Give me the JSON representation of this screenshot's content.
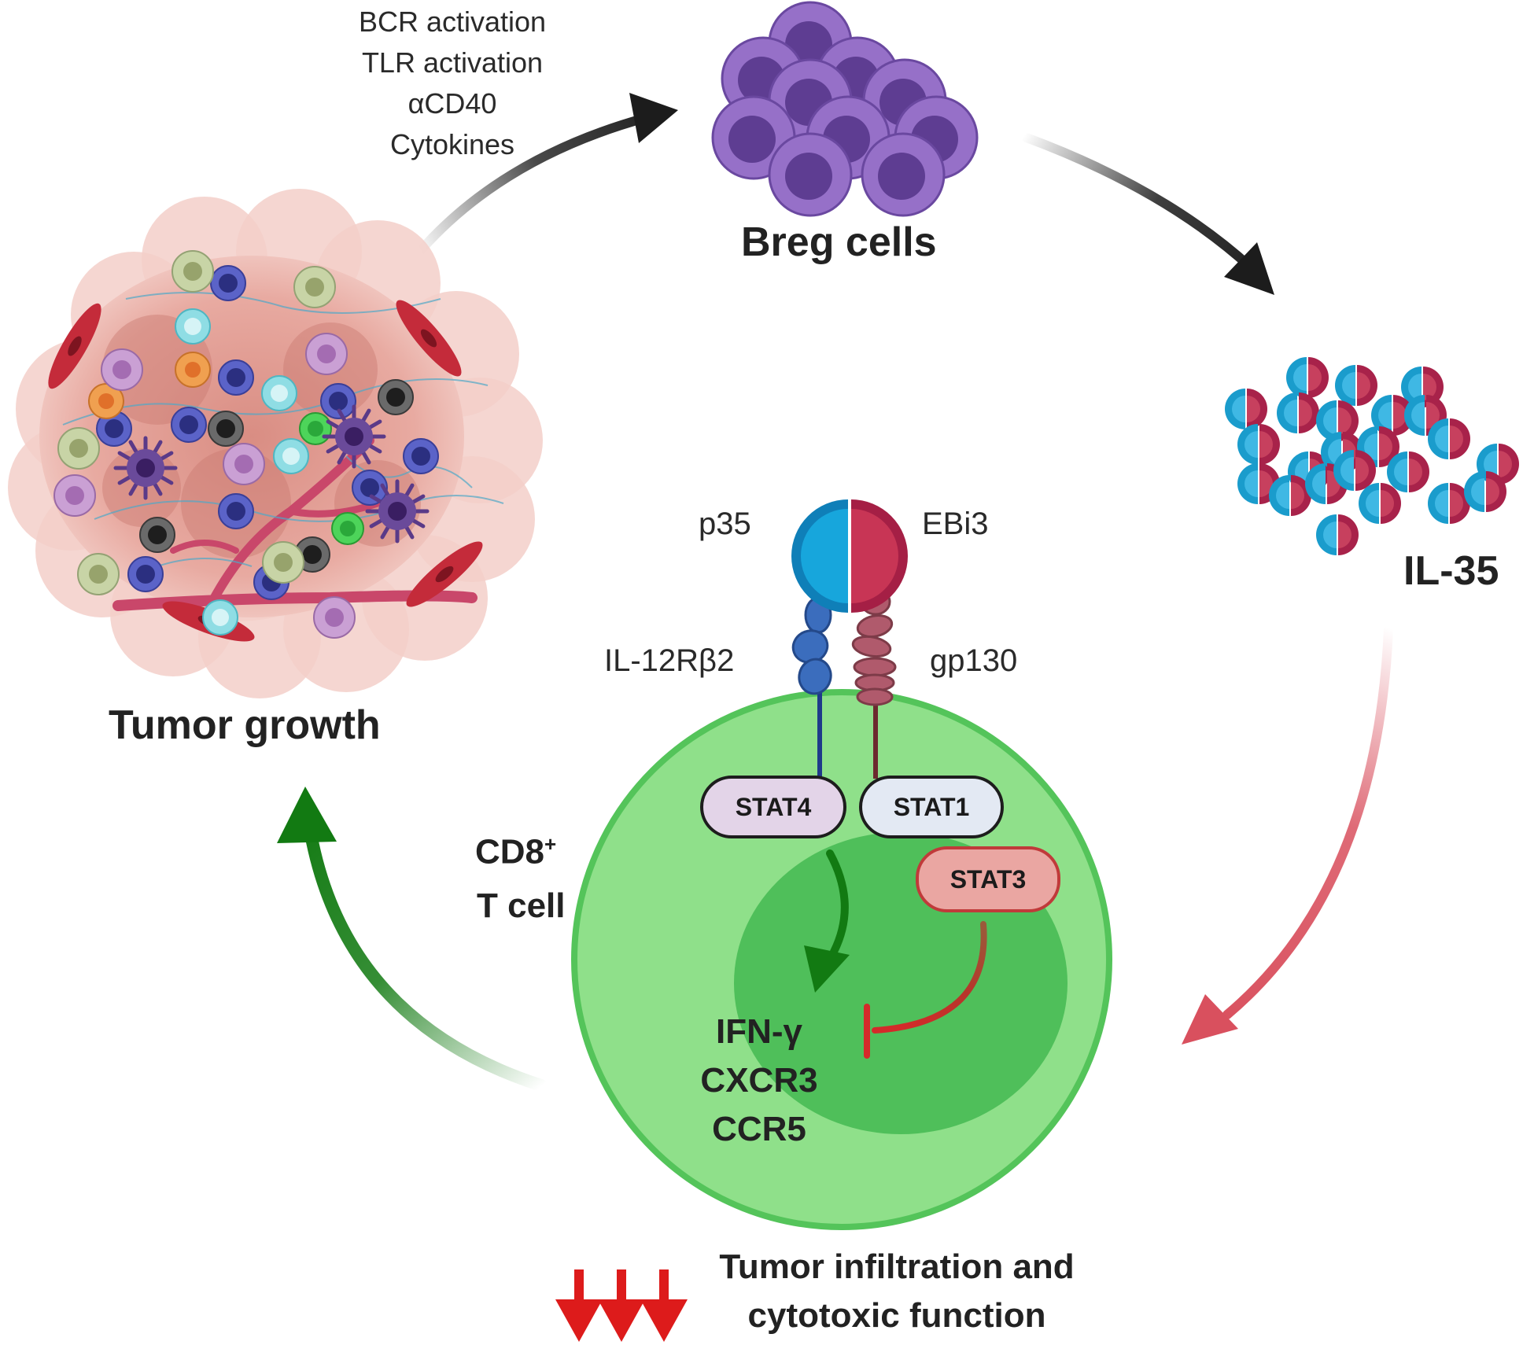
{
  "stimuli": [
    "BCR activation",
    "TLR activation",
    "αCD40",
    "Cytokines"
  ],
  "labels": {
    "breg": "Breg cells",
    "il35": "IL-35",
    "tumor": "Tumor growth",
    "p35": "p35",
    "ebi3": "EBi3",
    "il12rb2": "IL-12Rβ2",
    "gp130": "gp130",
    "cd8": "CD8",
    "cd8_sup": "+",
    "tcell": "T cell"
  },
  "stats": {
    "stat4": "STAT4",
    "stat1": "STAT1",
    "stat3": "STAT3"
  },
  "genes": [
    "IFN-γ",
    "CXCR3",
    "CCR5"
  ],
  "outcome": "Tumor infiltration and cytotoxic function",
  "colors": {
    "arrow_dark": "#1c1c1c",
    "arrow_pink": "#d9505e",
    "arrow_green": "#127a12",
    "inhibit_red": "#d42a2a",
    "breg_cell": "#9670c8",
    "tcell_outer": "#8fe08a",
    "tcell_nucleus": "#4fbf5a",
    "il35_blue": "#1a9ccc",
    "il35_red": "#a8224a",
    "down_arrow": "#dd1b1b"
  }
}
